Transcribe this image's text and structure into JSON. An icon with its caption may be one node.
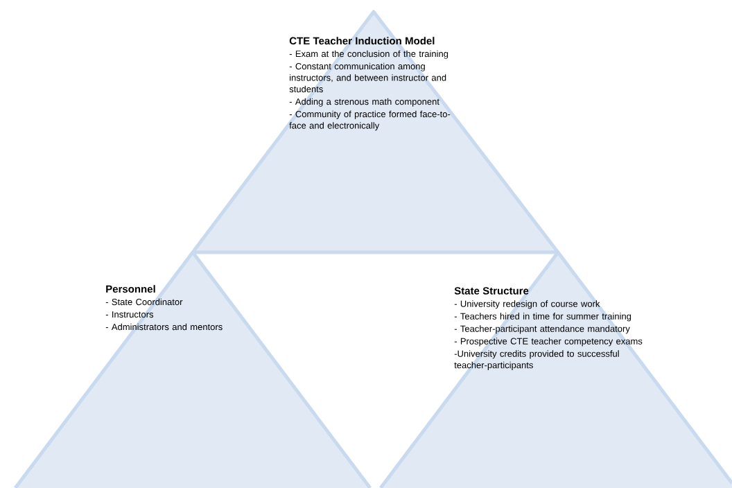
{
  "diagram": {
    "nodes": [
      {
        "text": [
          "CTE Teacher Induction Model",
          "- Exam at the conclusion of the training",
          "- Constant communication among instructors, and between instructor and students",
          "- Adding a strenous math component",
          "- Community of practice formed face-to-face and electronically"
        ]
      },
      {
        "text": [
          "Personnel",
          "- State Coordinator",
          "- Instructors",
          "- Administrators and mentors"
        ]
      },
      {
        "text": [
          "State Structure",
          "- University redesign of course work",
          "- Teachers hired in time for summer training",
          "- Teacher-participant attendance mandatory",
          "- Prospective CTE teacher competency exams",
          "-University credits provided to successful teacher-participants"
        ]
      }
    ]
  }
}
